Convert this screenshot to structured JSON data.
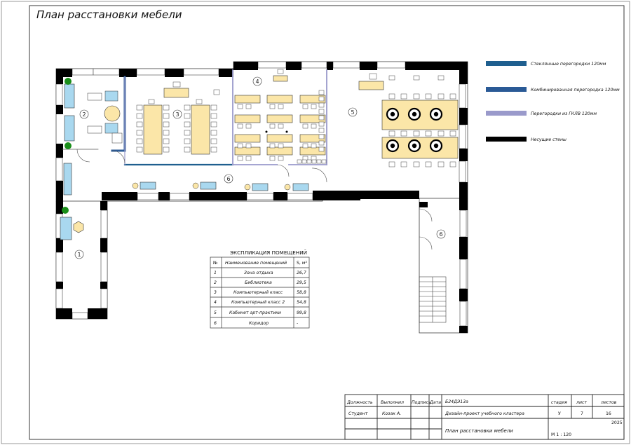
{
  "title": "План расстановки мебели",
  "legend": [
    {
      "label": "Стеклянные перегородки  120мм",
      "color": "#1f5f8f"
    },
    {
      "label": "Комбинированная перегородка 120мм",
      "color": "#2a5a96"
    },
    {
      "label": "Перегородки из ГКЛВ 120мм",
      "color": "#9a9acb"
    },
    {
      "label": "Несущие стены",
      "color": "#000000"
    }
  ],
  "room_numbers": [
    "1",
    "2",
    "3",
    "4",
    "5",
    "6",
    "6"
  ],
  "explication": {
    "heading": "ЭКСПЛИКАЦИЯ ПОМЕЩЕНИЙ",
    "columns": [
      "№",
      "Наименование помещений",
      "S, м²"
    ],
    "rows": [
      [
        "1",
        "Зона отдыха",
        "26,7"
      ],
      [
        "2",
        "Библиотека",
        "29,5"
      ],
      [
        "3",
        "Компьютерный класс",
        "58,8"
      ],
      [
        "4",
        "Компьютерный класс 2",
        "54,8"
      ],
      [
        "5",
        "Кабинет арт-практики",
        "99,8"
      ],
      [
        "6",
        "Коридор",
        "-"
      ]
    ]
  },
  "stamp": {
    "col_headers": [
      "Должность",
      "Выполнил",
      "Подпись",
      "Дата"
    ],
    "role": "Студент",
    "author": "Козак А.",
    "code": "Б24ДЭ13а",
    "project": "Дизайн-проект учебного кластера",
    "sheet_title": "План расстановки мебели",
    "stage_label": "стадия",
    "sheet_label": "лист",
    "sheets_label": "листов",
    "stage": "У",
    "sheet": "7",
    "sheets": "16",
    "year": "2025",
    "scale": "М 1 : 120"
  },
  "colors": {
    "glass": "#1f5f8f",
    "combined": "#2a5a96",
    "gklv": "#9a9acb",
    "wall": "#000000",
    "furniture": "#fbe6a8",
    "sofa": "#a9d8ef",
    "plant": "#1a8f1a"
  }
}
